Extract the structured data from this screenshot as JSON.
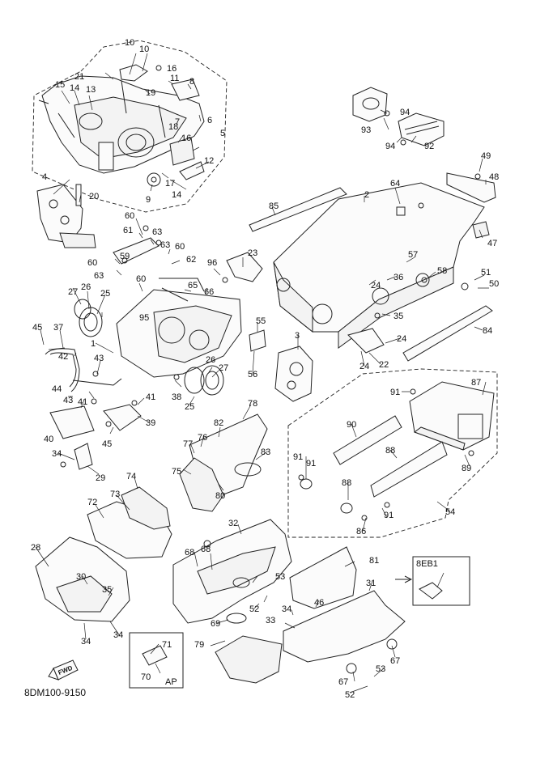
{
  "diagram": {
    "drawing_code": "8DM100-9150",
    "fwd_label": "FWD",
    "ap_label": "AP",
    "variant_label": "8EB1",
    "callouts": [
      "10",
      "10",
      "16",
      "21",
      "15",
      "14",
      "13",
      "19",
      "11",
      "8",
      "6",
      "7",
      "16",
      "5",
      "18",
      "12",
      "17",
      "14",
      "9",
      "4",
      "20",
      "60",
      "61",
      "63",
      "63",
      "60",
      "60",
      "59",
      "62",
      "63",
      "60",
      "65",
      "66",
      "96",
      "23",
      "85",
      "2",
      "64",
      "93",
      "94",
      "94",
      "92",
      "49",
      "48",
      "47",
      "57",
      "58",
      "51",
      "50",
      "36",
      "24",
      "35",
      "84",
      "24",
      "22",
      "24",
      "3",
      "55",
      "56",
      "26",
      "27",
      "25",
      "95",
      "1",
      "45",
      "37",
      "42",
      "43",
      "26",
      "27",
      "38",
      "25",
      "44",
      "43",
      "41",
      "41",
      "40",
      "45",
      "39",
      "34",
      "29",
      "78",
      "82",
      "77",
      "76",
      "83",
      "75",
      "80",
      "73",
      "74",
      "72",
      "28",
      "30",
      "35",
      "34",
      "34",
      "68",
      "32",
      "68",
      "69",
      "79",
      "70",
      "71",
      "81",
      "53",
      "52",
      "34",
      "46",
      "33",
      "31",
      "67",
      "53",
      "52",
      "67",
      "87",
      "91",
      "90",
      "91",
      "88",
      "89",
      "91",
      "88",
      "91",
      "86",
      "54"
    ]
  }
}
